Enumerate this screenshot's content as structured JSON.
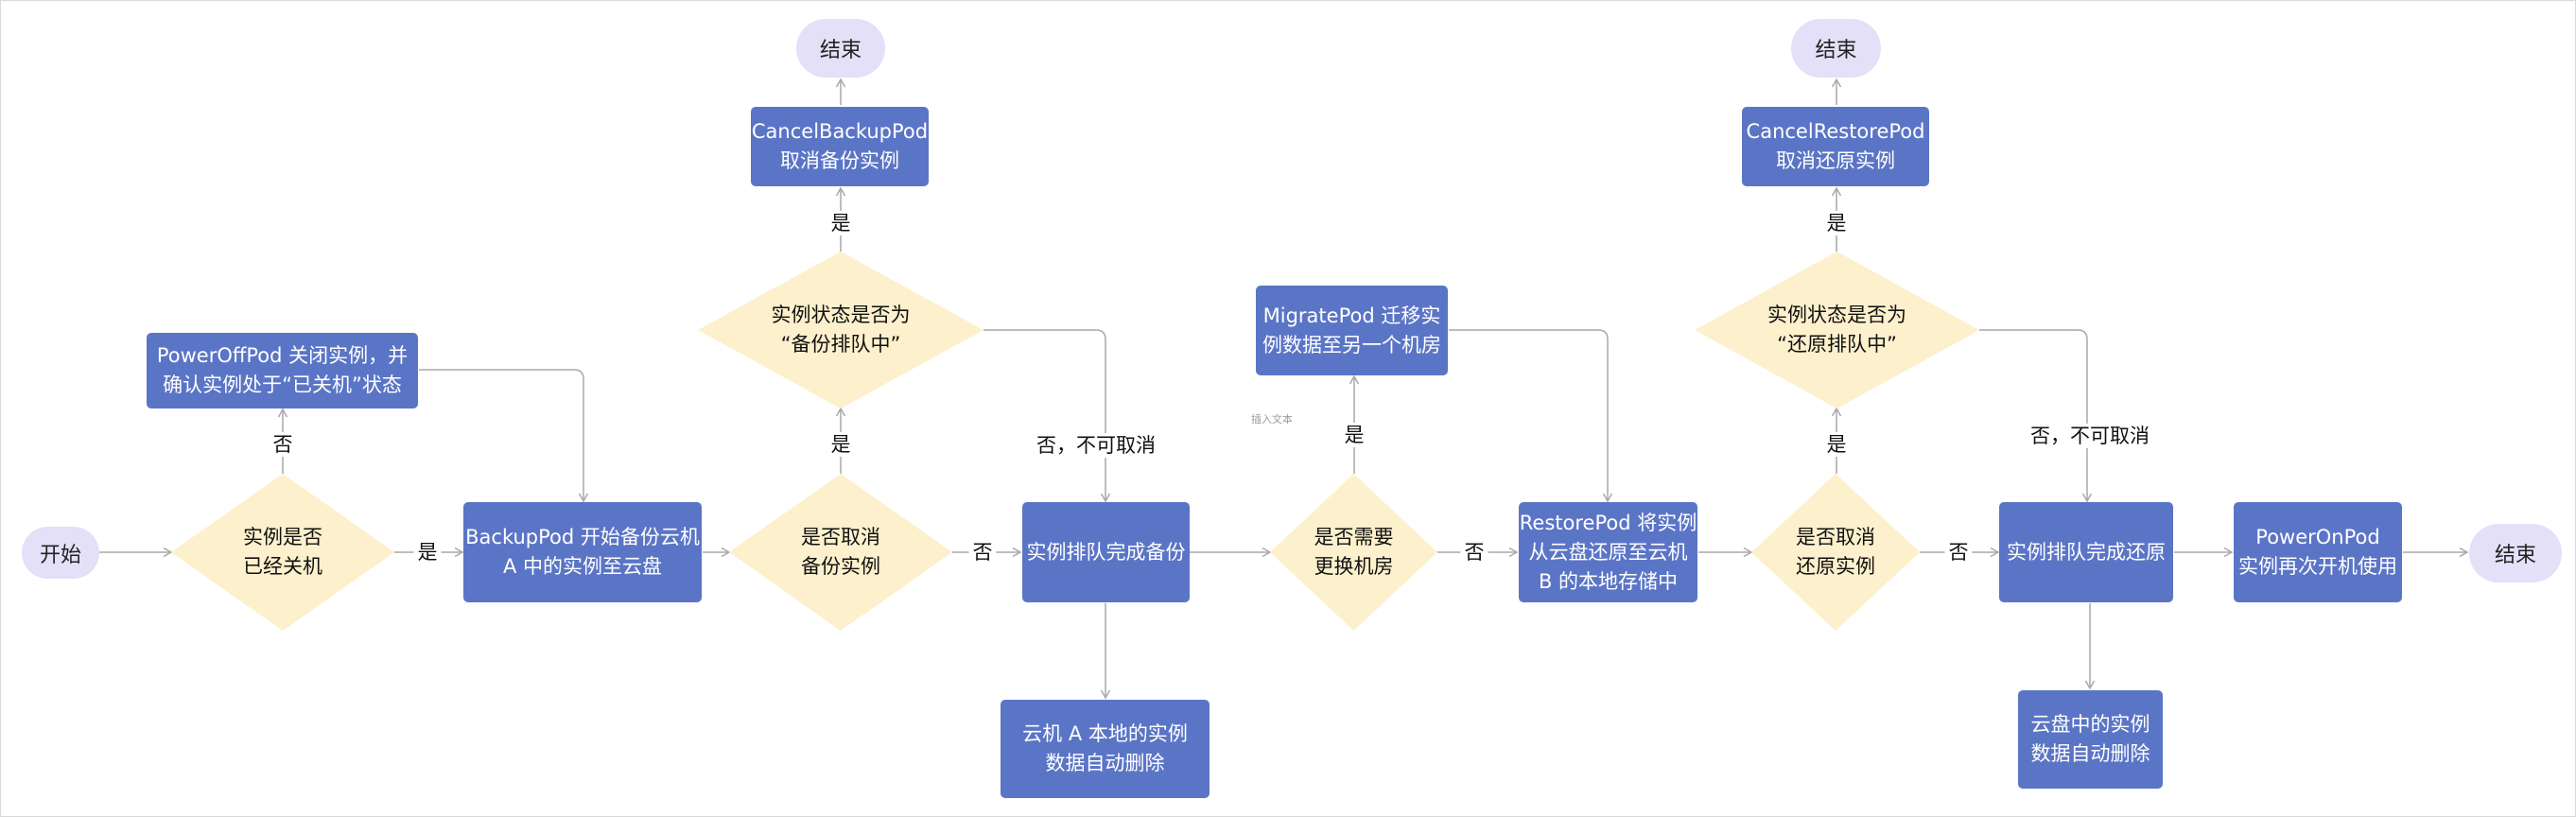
{
  "nodes": {
    "start": "开始",
    "end_backup_cancel": "结束",
    "end_restore_cancel": "结束",
    "end_final": "结束",
    "q_powered_off": [
      "实例是否",
      "已经关机"
    ],
    "poweroff": [
      "PowerOffPod 关闭实例，并",
      "确认实例处于“已关机”状态"
    ],
    "backup": [
      "BackupPod 开始备份云机",
      "A 中的实例至云盘"
    ],
    "q_cancel_backup": [
      "是否取消",
      "备份实例"
    ],
    "q_backup_queued": [
      "实例状态是否为",
      "“备份排队中”"
    ],
    "cancel_backup": [
      "CancelBackupPod",
      "取消备份实例"
    ],
    "backup_done": [
      "实例排队完成备份"
    ],
    "local_deleted": [
      "云机 A 本地的实例",
      "数据自动删除"
    ],
    "q_change_room": [
      "是否需要",
      "更换机房"
    ],
    "migrate": [
      "MigratePod 迁移实",
      "例数据至另一个机房"
    ],
    "restore": [
      "RestorePod 将实例",
      "从云盘还原至云机",
      "B 的本地存储中"
    ],
    "q_cancel_restore": [
      "是否取消",
      "还原实例"
    ],
    "q_restore_queued": [
      "实例状态是否为",
      "“还原排队中”"
    ],
    "cancel_restore": [
      "CancelRestorePod",
      "取消还原实例"
    ],
    "restore_done": [
      "实例排队完成还原"
    ],
    "cloud_deleted": [
      "云盘中的实例",
      "数据自动删除"
    ],
    "poweron": [
      "PowerOnPod",
      "实例再次开机使用"
    ]
  },
  "edge_labels": {
    "yes_backup": "是",
    "no_poweroff": "否",
    "no_cancel_backup": "否",
    "yes_cancel_backup": "是",
    "yes_backup_queued": "是",
    "no_backup_queued": "否，不可取消",
    "yes_change_room": "是",
    "no_change_room": "否",
    "no_cancel_restore": "否",
    "yes_cancel_restore": "是",
    "yes_restore_queued": "是",
    "no_restore_queued": "否，不可取消"
  },
  "hint_text": "插入文本",
  "colors": {
    "process": "#5b75c6",
    "decision": "#fdf0cc",
    "terminal": "#e4e0f8",
    "connector": "#a9a9a9"
  }
}
